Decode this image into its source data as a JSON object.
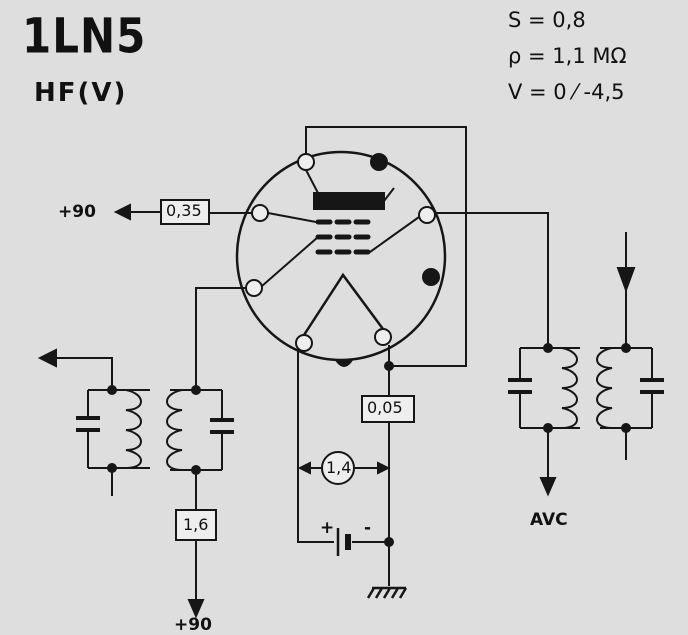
{
  "tube": {
    "name": "1LN5",
    "type": "HF(V)"
  },
  "specs": [
    "S = 0,8",
    "ρ = 1,1 MΩ",
    "V = 0 ⁄ -4,5"
  ],
  "supply_left": "+90",
  "supply_bottom": "+90",
  "avc_label": "AVC",
  "resistor_plate": "0,35",
  "resistor_screen": "1,6",
  "resistor_cathode": "0,05",
  "filament_voltage": "1,4",
  "battery_plus": "+",
  "battery_minus": "-"
}
